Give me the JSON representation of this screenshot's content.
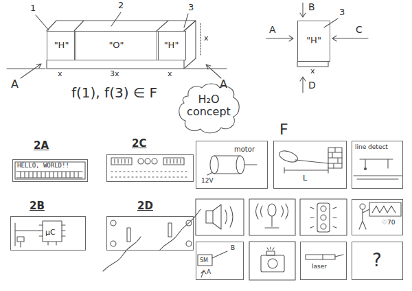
{
  "diagram": {
    "nodes": [
      {
        "text": [
          "\"H\""
        ]
      },
      {
        "text": [
          "\"O\""
        ]
      },
      {
        "text": [
          "\"H\""
        ]
      },
      {
        "text": [
          "\"H\""
        ]
      },
      {
        "text": [
          "H₂O concept"
        ]
      },
      {
        "text": [
          "2A",
          "HELLO, WORLD!!"
        ]
      },
      {
        "text": [
          "2C"
        ]
      },
      {
        "text": [
          "2B",
          "μC"
        ]
      },
      {
        "text": [
          "2D"
        ]
      },
      {
        "text": [
          "motor",
          "12V"
        ]
      },
      {
        "text": [
          "L"
        ]
      },
      {
        "text": [
          "line detect"
        ]
      },
      {
        "text": [
          "♡70"
        ]
      },
      {
        "text": [
          "SM",
          "B",
          "A"
        ]
      },
      {
        "text": [
          "laser"
        ]
      },
      {
        "text": [
          "?"
        ]
      }
    ],
    "labels": [
      "1",
      "2",
      "3",
      "x",
      "3x",
      "x",
      "x",
      "A",
      "A",
      "f(1), f(3) ∈ F",
      "B",
      "A",
      "C",
      "D",
      "x",
      "3",
      "F"
    ]
  }
}
